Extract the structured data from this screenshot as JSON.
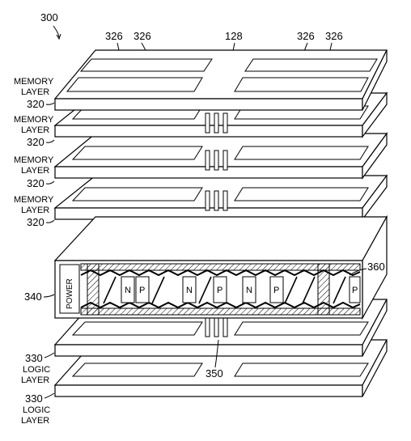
{
  "figure": {
    "number": "300",
    "top_refs": [
      "326",
      "326",
      "128",
      "326",
      "326"
    ],
    "layers": [
      {
        "word1": "MEMORY",
        "word2": "LAYER",
        "ref": "320"
      },
      {
        "word1": "MEMORY",
        "word2": "LAYER",
        "ref": "320"
      },
      {
        "word1": "MEMORY",
        "word2": "LAYER",
        "ref": "320"
      },
      {
        "word1": "MEMORY",
        "word2": "LAYER",
        "ref": "320"
      }
    ],
    "logic_layers": [
      {
        "ref": "330",
        "word1": "LOGIC",
        "word2": "LAYER"
      },
      {
        "ref": "330",
        "word1": "LOGIC",
        "word2": "LAYER"
      }
    ],
    "power_block": {
      "ref": "340",
      "label": "POWER"
    },
    "chip_ref": "360",
    "via_ref": "350",
    "cells": [
      "N",
      "P",
      "N",
      "P",
      "N",
      "P",
      "P"
    ]
  }
}
